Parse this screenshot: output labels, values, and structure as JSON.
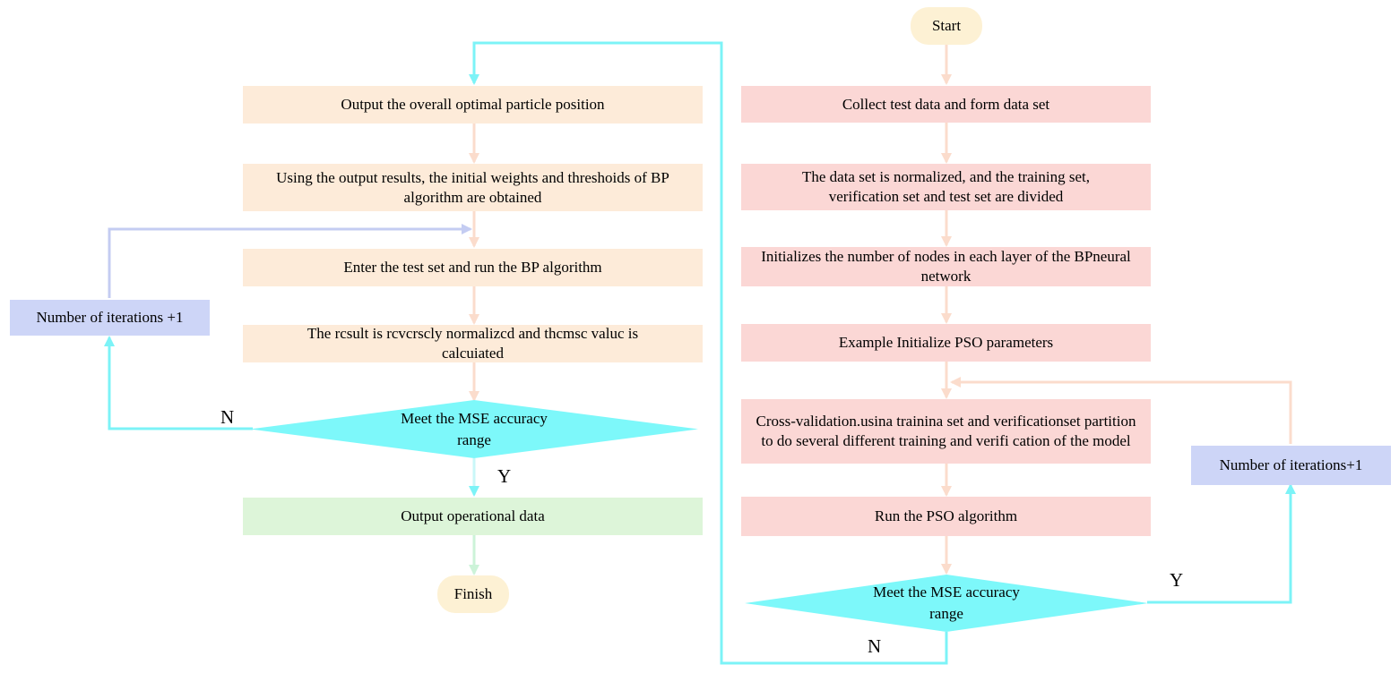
{
  "colors": {
    "orange_fill": "#fdebd9",
    "pink_fill": "#fbd7d5",
    "green_fill": "#ddf5d9",
    "blue_fill": "#cdd5f7",
    "terminal_fill": "#fdf1d4",
    "decision_fill": "#7df8fa",
    "loop_line": "#7cf3f7",
    "soft_arrow": "#fbdccc",
    "blue_arrow": "#c4ccf2"
  },
  "right_column": {
    "start": "Start",
    "collect": "Collect test data and form data set",
    "normalize": "The data set is normalized, and the training set, verification set and test set are divided",
    "init_nodes": "Initializes the number of nodes in each layer of the BPneural network",
    "init_pso": "Example Initialize PSO parameters",
    "cross_validation": "Cross-validation.usina trainina set and verificationset partition to do several different training and verifi cation of the model",
    "run_pso": "Run the PSO algorithm",
    "decision": "Meet the MSE accuracy range",
    "iterations": "Number of iterations+1",
    "label_y": "Y",
    "label_n": "N"
  },
  "left_column": {
    "output_optimal": "Output the overall optimal particle position",
    "initial_weights": "Using the output results, the initial weights and threshoids of BP algorithm are obtained",
    "run_bp": "Enter the test set and run the BP algorithm",
    "reverse_normalize": "The rcsult is rcvcrscly normalizcd and thcmsc valuc is calcuiated",
    "decision": "Meet the MSE accuracy range",
    "output_data": "Output operational data",
    "finish": "Finish",
    "iterations": "Number of iterations +1",
    "label_n": "N",
    "label_y": "Y"
  }
}
